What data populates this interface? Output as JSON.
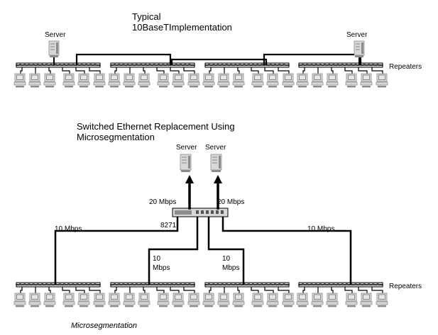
{
  "top": {
    "title_line1": "Typical",
    "title_line2": "10BaseTImplementation",
    "server_left": "Server",
    "server_right": "Server",
    "repeaters": "Repeaters"
  },
  "bottom": {
    "title_line1": "Switched Ethernet Replacement Using",
    "title_line2": "Microsegmentation",
    "server_left": "Server",
    "server_right": "Server",
    "speed_left_server": "20 Mbps",
    "speed_right_server": "20 Mbps",
    "switch_label": "8271",
    "speed_far_left": "10 Mbps",
    "speed_far_right": "10 Mbps",
    "speed_inner_left_1": "10",
    "speed_inner_left_2": "Mbps",
    "speed_inner_right_1": "10",
    "speed_inner_right_2": "Mbps",
    "repeaters": "Repeaters",
    "caption": "Microsegmentation"
  },
  "colors": {
    "line": "#000000",
    "device_fill": "#d8d8d8",
    "device_dark": "#8c8c8c",
    "screen": "#e6e6e6"
  }
}
